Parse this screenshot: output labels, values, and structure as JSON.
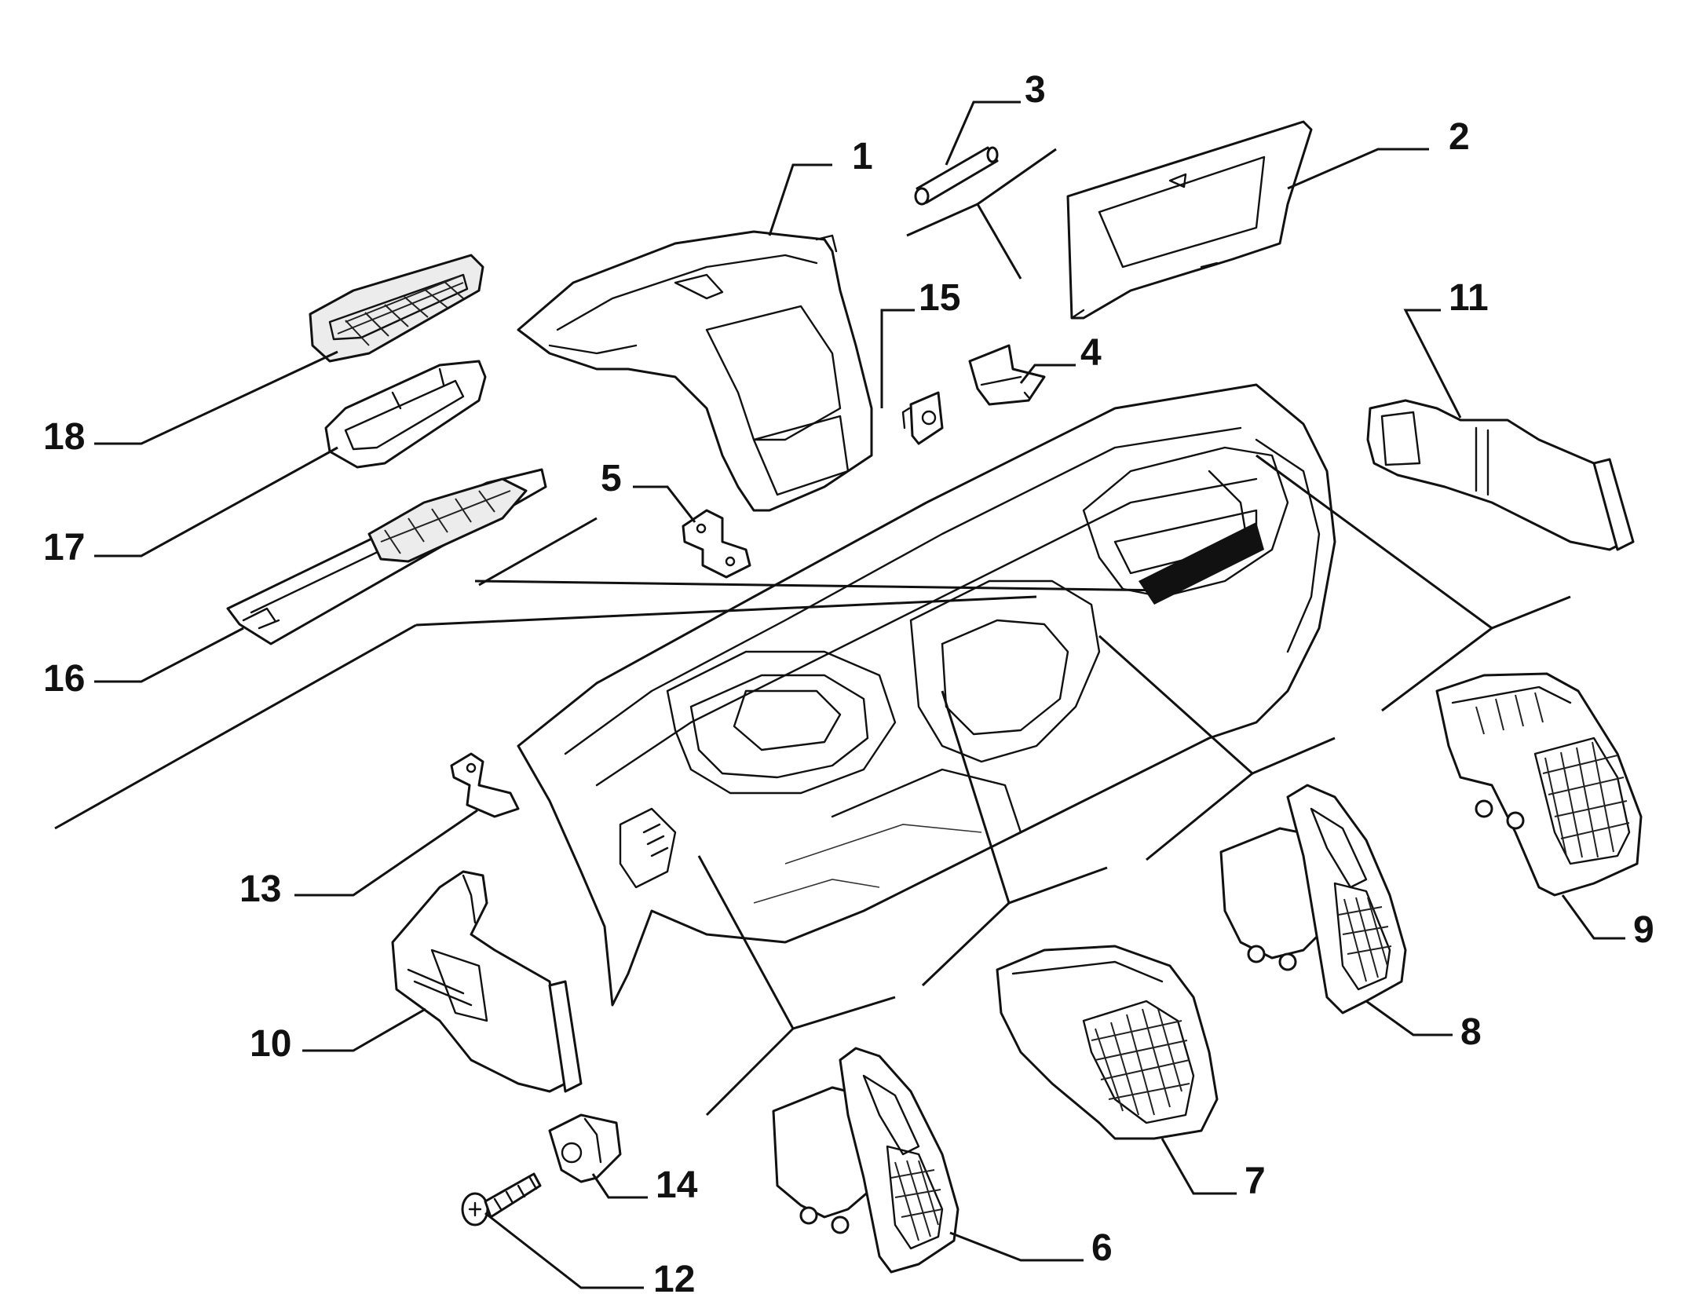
{
  "callouts": [
    {
      "id": "1",
      "label": "1"
    },
    {
      "id": "2",
      "label": "2"
    },
    {
      "id": "3",
      "label": "3"
    },
    {
      "id": "4",
      "label": "4"
    },
    {
      "id": "5",
      "label": "5"
    },
    {
      "id": "6",
      "label": "6"
    },
    {
      "id": "7",
      "label": "7"
    },
    {
      "id": "8",
      "label": "8"
    },
    {
      "id": "9",
      "label": "9"
    },
    {
      "id": "10",
      "label": "10"
    },
    {
      "id": "11",
      "label": "11"
    },
    {
      "id": "12",
      "label": "12"
    },
    {
      "id": "13",
      "label": "13"
    },
    {
      "id": "14",
      "label": "14"
    },
    {
      "id": "15",
      "label": "15"
    },
    {
      "id": "16",
      "label": "16"
    },
    {
      "id": "17",
      "label": "17"
    },
    {
      "id": "18",
      "label": "18"
    }
  ],
  "colors": {
    "ink": "#111111",
    "paper": "#ffffff",
    "shade": "#ececec"
  }
}
